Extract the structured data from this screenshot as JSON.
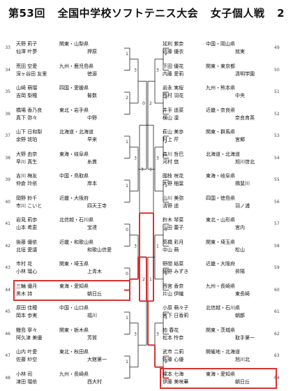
{
  "title": [
    "第53回",
    "全国中学校ソフトテニス大会",
    "女子個人戦",
    "2"
  ],
  "highlight_color": "#d63232",
  "left": [
    {
      "no": "33",
      "names": [
        "天野 莉子",
        "仙澤 叶夢"
      ],
      "pref": "関東・山梨県",
      "school": "押原"
    },
    {
      "no": "34",
      "names": [
        "荒田 空愛",
        "深ヶ谷田 友里"
      ],
      "pref": "九州・鹿児島県",
      "school": "徳源"
    },
    {
      "no": "35",
      "names": [
        "山崎 萌瑠",
        "吉岡 梨穂"
      ],
      "pref": "四国・愛媛県",
      "school": "鬢数"
    },
    {
      "no": "36",
      "names": [
        "橋場 香乃良",
        "真下 弥々"
      ],
      "pref": "東北・岩手県",
      "school": "中野"
    },
    {
      "no": "37",
      "names": [
        "山下 日和梨",
        "余野 琥珀"
      ],
      "pref": "北海道・北海道",
      "school": "早来"
    },
    {
      "no": "38",
      "names": [
        "大野 由奈",
        "早川 真生"
      ],
      "pref": "東海・岐阜県",
      "school": "糸貫"
    },
    {
      "no": "39",
      "names": [
        "吉川 梅友",
        "仲倉 玲依"
      ],
      "pref": "中国・鳥取県",
      "school": "岸本"
    },
    {
      "no": "40",
      "names": [
        "岡野 鈴千",
        "市川 こいと"
      ],
      "pref": "近畿・大阪府",
      "school": "四天王寺"
    },
    {
      "no": "41",
      "names": [
        "岩見 莉歩",
        "山本 希恵"
      ],
      "pref": "北信越・石川県",
      "school": "宝達"
    },
    {
      "no": "42",
      "names": [
        "後藤 優依",
        "北垣 愛議"
      ],
      "pref": "近畿・和歌山県",
      "school": "和歌山信愛"
    },
    {
      "no": "43",
      "names": [
        "市村 花",
        "小林 瑠心"
      ],
      "pref": "関東・埼玉県",
      "school": "上青木"
    },
    {
      "no": "44",
      "names": [
        "三輪 優月",
        "黒木 詩"
      ],
      "pref": "東海・愛知県",
      "school": "朝日丘"
    },
    {
      "no": "45",
      "names": [
        "原田 佳穂",
        "岡本 歩実"
      ],
      "pref": "中国・山口県",
      "school": "福川"
    },
    {
      "no": "46",
      "names": [
        "鰻島 寧々",
        "阿久津 美優"
      ],
      "pref": "関東・栃木県",
      "school": "芳賀"
    },
    {
      "no": "47",
      "names": [
        "山内 叶愛",
        "佐藤 紗空"
      ],
      "pref": "東北・秋田県",
      "school": "大館第一"
    },
    {
      "no": "48",
      "names": [
        "小林 司",
        "津田 瑠依"
      ],
      "pref": "九州・長崎県",
      "school": "西大村"
    }
  ],
  "right": [
    {
      "no": "49",
      "names": [
        "延利 紫奈",
        "近藤 優衣"
      ],
      "pref": "中国・岡山県",
      "school": "就実"
    },
    {
      "no": "50",
      "names": [
        "下田 優花",
        "内藤 愛莉"
      ],
      "pref": "関東・東京都",
      "school": "清明学園"
    },
    {
      "no": "51",
      "names": [
        "岩永 実桜",
        "西村 羽花"
      ],
      "pref": "九州・熊本県",
      "school": "中央"
    },
    {
      "no": "52",
      "names": [
        "井手 遥菜",
        "横山 凜"
      ],
      "pref": "近畿・奈良県",
      "school": "奈良育英"
    },
    {
      "no": "53",
      "names": [
        "萩山 美歩",
        "村上 芹"
      ],
      "pref": "関東・群馬県",
      "school": "宮郷"
    },
    {
      "no": "54",
      "names": [
        "森川 哲巴",
        "河村 悠"
      ],
      "pref": "北海道・北海道",
      "school": "旭川啓北"
    },
    {
      "no": "55",
      "names": [
        "國枝 咲花",
        "大野 柚葉"
      ],
      "pref": "東海・岐阜県",
      "school": "揖斐川"
    },
    {
      "no": "56",
      "names": [
        "山川 美弥",
        "清野 遥"
      ],
      "pref": "四国・徳島県",
      "school": "羽ノ浦"
    },
    {
      "no": "57",
      "names": [
        "鈴木 琴菜",
        "山田 蕾子"
      ],
      "pref": "東北・山形県",
      "school": "宮内"
    },
    {
      "no": "58",
      "names": [
        "高橋 彩月",
        "中山 萌"
      ],
      "pref": "関東・埼玉県",
      "school": "松山"
    },
    {
      "no": "59",
      "names": [
        "野間 結菜",
        "細野 みずき"
      ],
      "pref": "近畿・大阪府",
      "school": "昇陽"
    },
    {
      "no": "60",
      "names": [
        "西宮 香奈",
        "片山 伊織"
      ],
      "pref": "九州・長崎県",
      "school": "東長崎"
    },
    {
      "no": "61",
      "names": [
        "小原 萌々子",
        "宮下 日香莉"
      ],
      "pref": "北信越・石川県",
      "school": "朝鄙"
    },
    {
      "no": "62",
      "names": [
        "柏 春花",
        "松本 怜奈"
      ],
      "pref": "関東・茨城県",
      "school": "取手第一"
    },
    {
      "no": "63",
      "names": [
        "武市 二莉",
        "佐藤 心優"
      ],
      "pref": "開催地・北海道",
      "school": "旭川北"
    },
    {
      "no": "64",
      "names": [
        "塚本 七海",
        "伊藤 美咲華"
      ],
      "pref": "東海・愛知県",
      "school": "朝日丘"
    }
  ],
  "round_numbers": {
    "left": {
      "r1": [
        "1",
        "2",
        "1",
        "1",
        "0",
        "0",
        "1",
        "1"
      ],
      "r2": [
        "3",
        "3",
        "3",
        "3"
      ],
      "r3": [
        "0",
        "2"
      ],
      "r4": [
        "1"
      ]
    },
    "right": {
      "r1": [
        "2",
        "0",
        "2",
        "1",
        "0",
        "1",
        "3",
        "2"
      ],
      "r2": [
        "3",
        "3",
        "1",
        "3"
      ],
      "r3": [
        "2",
        "1"
      ],
      "r4": [
        "3"
      ]
    }
  }
}
